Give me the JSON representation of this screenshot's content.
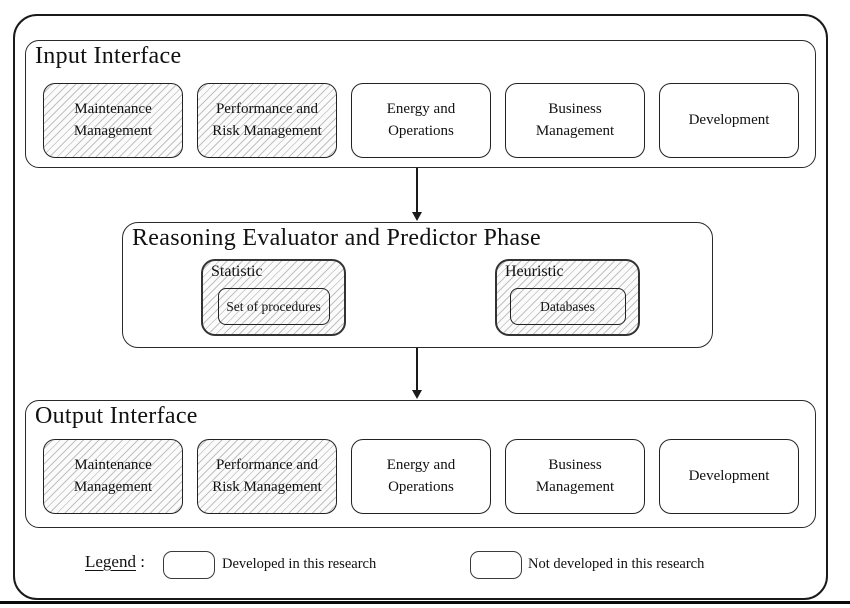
{
  "input_interface": {
    "title": "Input Interface",
    "modules": [
      {
        "label": "Maintenance Management",
        "developed": true
      },
      {
        "label": "Performance and Risk Management",
        "developed": true
      },
      {
        "label": "Energy and Operations",
        "developed": false
      },
      {
        "label": "Business Management",
        "developed": false
      },
      {
        "label": "Development",
        "developed": false
      }
    ]
  },
  "reasoning_phase": {
    "title": "Reasoning Evaluator and Predictor Phase",
    "groups": [
      {
        "label": "Statistic",
        "inner_label": "Set of procedures",
        "developed": true
      },
      {
        "label": "Heuristic",
        "inner_label": "Databases",
        "developed": true
      }
    ]
  },
  "output_interface": {
    "title": "Output Interface",
    "modules": [
      {
        "label": "Maintenance Management",
        "developed": true
      },
      {
        "label": "Performance and Risk Management",
        "developed": true
      },
      {
        "label": "Energy and Operations",
        "developed": false
      },
      {
        "label": "Business Management",
        "developed": false
      },
      {
        "label": "Development",
        "developed": false
      }
    ]
  },
  "legend": {
    "label": "Legend",
    "colon_suffix": " :",
    "items": [
      {
        "swatch": "hatched",
        "label": "Developed in this research"
      },
      {
        "swatch": "plain",
        "label": "Not developed in this research"
      }
    ]
  },
  "colors": {
    "border": "#1a1a1a",
    "hatch_line": "#919191",
    "background": "#ffffff"
  }
}
